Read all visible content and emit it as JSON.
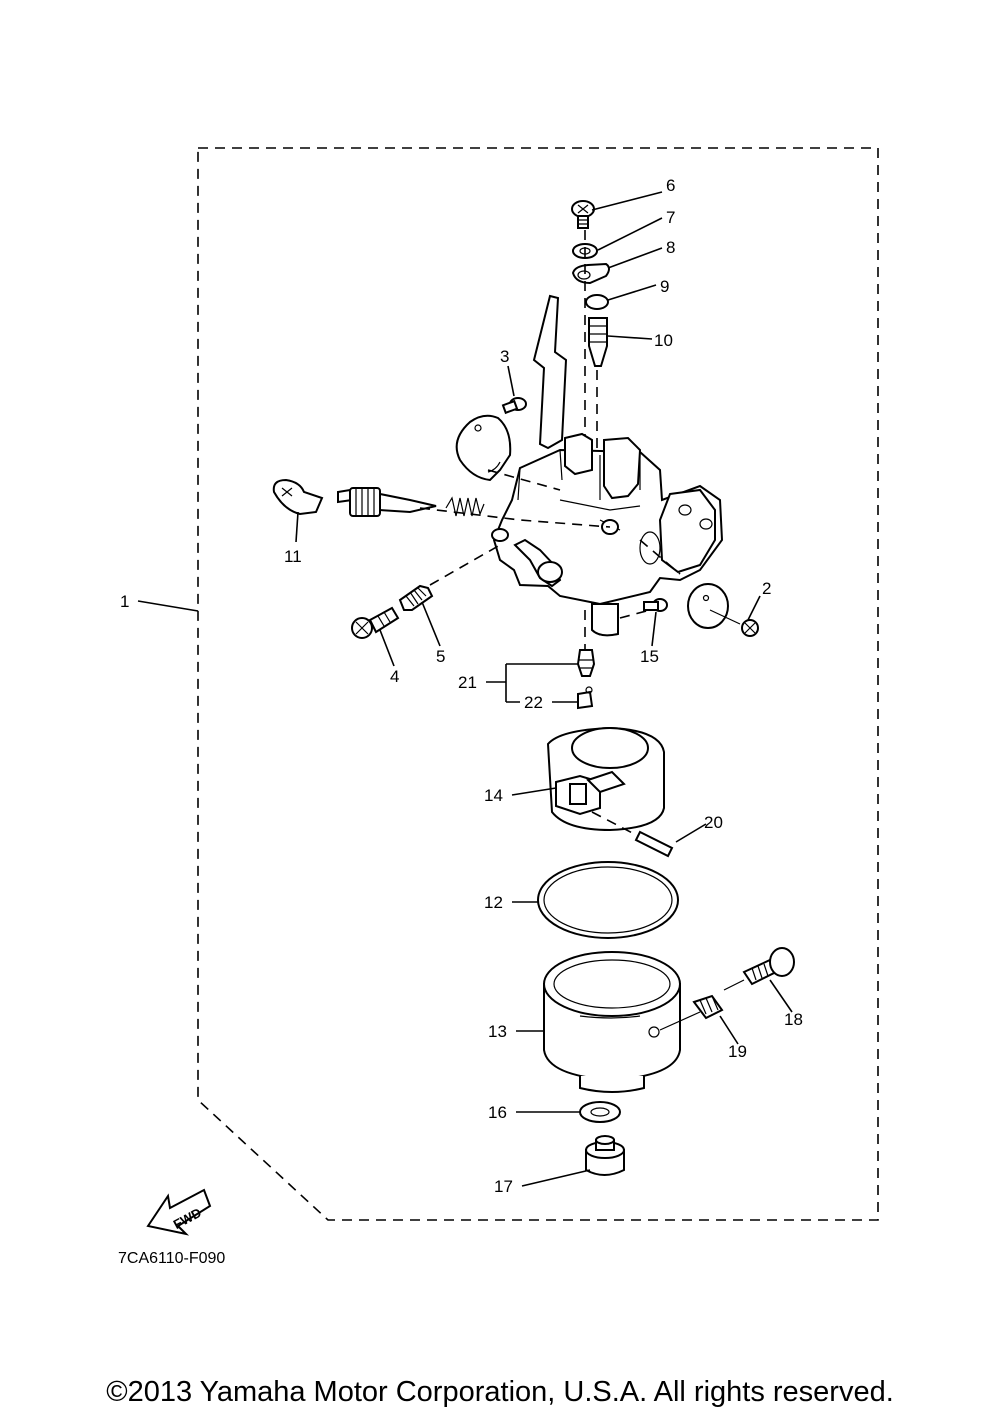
{
  "diagram": {
    "code": "7CA6110-F090",
    "fwd_label": "FWD",
    "callouts": [
      {
        "id": "1",
        "label": "1"
      },
      {
        "id": "2",
        "label": "2"
      },
      {
        "id": "3",
        "label": "3"
      },
      {
        "id": "4",
        "label": "4"
      },
      {
        "id": "5",
        "label": "5"
      },
      {
        "id": "6",
        "label": "6"
      },
      {
        "id": "7",
        "label": "7"
      },
      {
        "id": "8",
        "label": "8"
      },
      {
        "id": "9",
        "label": "9"
      },
      {
        "id": "10",
        "label": "10"
      },
      {
        "id": "11",
        "label": "11"
      },
      {
        "id": "12",
        "label": "12"
      },
      {
        "id": "13",
        "label": "13"
      },
      {
        "id": "14",
        "label": "14"
      },
      {
        "id": "15",
        "label": "15"
      },
      {
        "id": "16",
        "label": "16"
      },
      {
        "id": "17",
        "label": "17"
      },
      {
        "id": "18",
        "label": "18"
      },
      {
        "id": "19",
        "label": "19"
      },
      {
        "id": "20",
        "label": "20"
      },
      {
        "id": "21",
        "label": "21"
      },
      {
        "id": "22",
        "label": "22"
      }
    ]
  },
  "footer": {
    "copyright": "©2013 Yamaha Motor Corporation, U.S.A. All rights reserved."
  }
}
